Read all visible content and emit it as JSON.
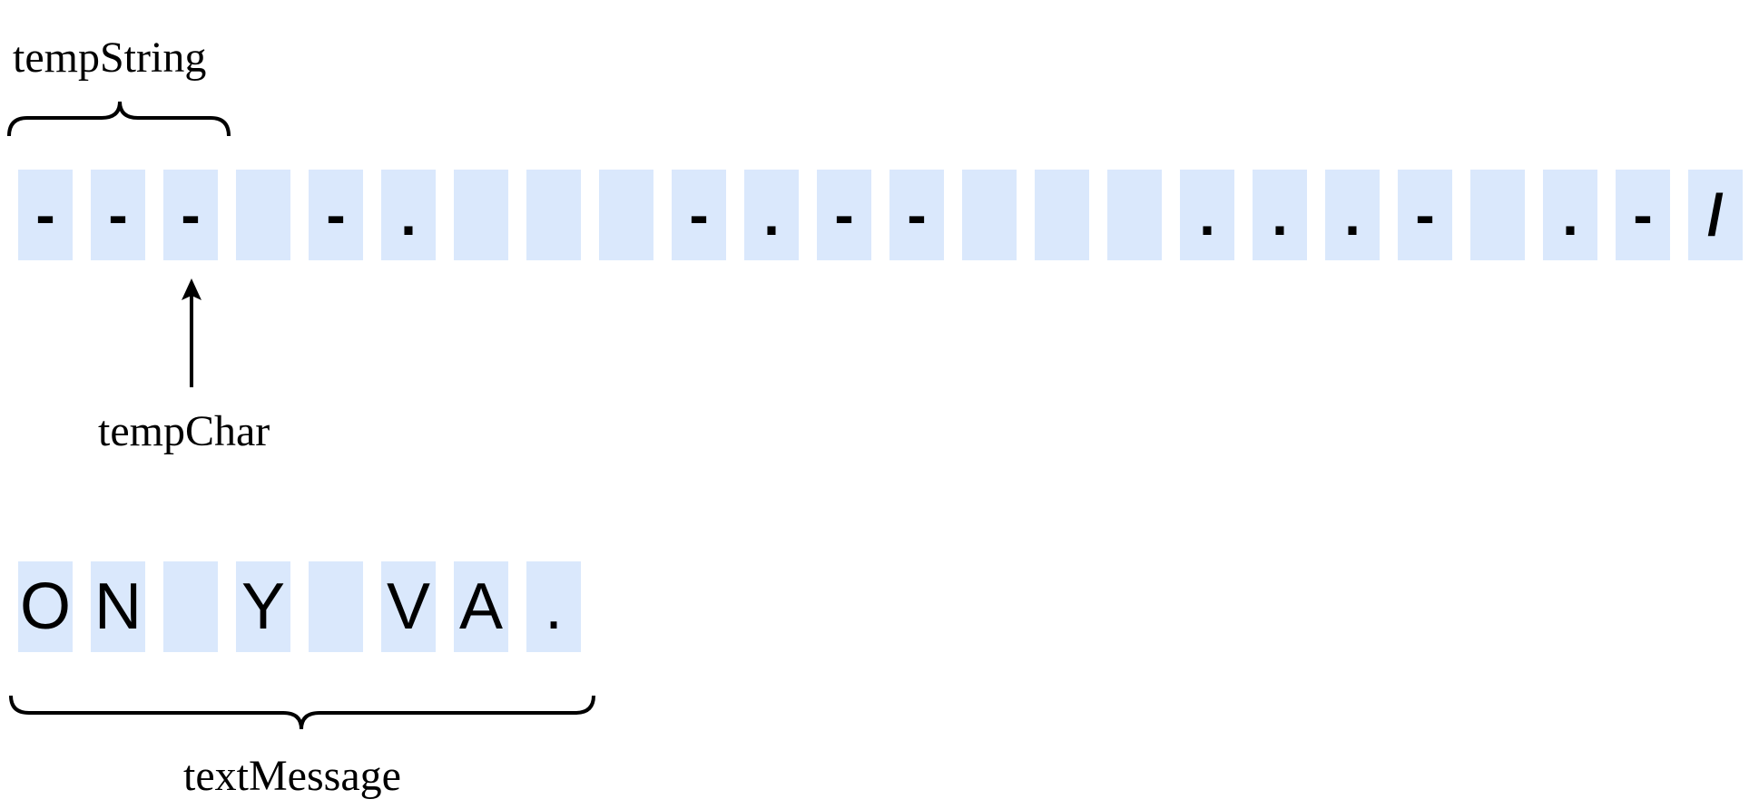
{
  "labels": {
    "temp_string": "tempString",
    "temp_char": "tempChar",
    "text_message": "textMessage"
  },
  "morse_cells": [
    "-",
    "-",
    "-",
    "",
    "-",
    ".",
    "",
    "",
    "",
    "-",
    ".",
    "-",
    "-",
    "",
    "",
    "",
    ".",
    ".",
    ".",
    "-",
    "",
    ".",
    "-",
    "/"
  ],
  "text_cells": [
    "O",
    "N",
    "",
    "Y",
    "",
    "V",
    "A",
    "."
  ],
  "colors": {
    "cell_fill": "#dae8fc",
    "ink": "#000000"
  }
}
